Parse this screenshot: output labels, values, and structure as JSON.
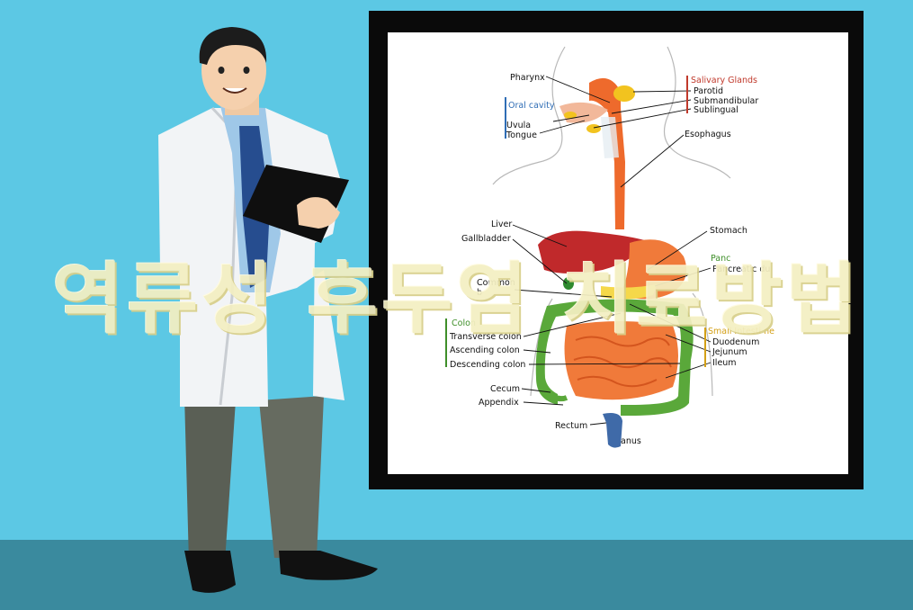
{
  "title": "역류성 후두염 치료방법",
  "diagram": {
    "labels": {
      "pharynx": "Pharynx",
      "oral_cavity": "Oral cavity",
      "uvula": "Uvula",
      "tongue": "Tongue",
      "salivary_glands": "Salivary Glands",
      "parotid": "Parotid",
      "submandibular": "Submandibular",
      "sublingual": "Sublingual",
      "esophagus": "Esophagus",
      "liver": "Liver",
      "gallbladder": "Gallbladder",
      "stomach": "Stomach",
      "pancreas": "Panc",
      "pancreatic_duct": "Pancreatic du",
      "common_bile_1": "Common",
      "common_bile_2": "b",
      "colon": "Colon",
      "transverse_colon": "Transverse colon",
      "ascending_colon": "Ascending colon",
      "descending_colon": "Descending colon",
      "small_intestine": "Small Intesti ne",
      "duodenum": "Duodenum",
      "jejunum": "Jejunum",
      "ileum": "Ileum",
      "cecum": "Cecum",
      "appendix": "Appendix",
      "rectum": "Rectum",
      "anus": "anus"
    }
  },
  "colors": {
    "background": "#5cc8e4",
    "floor": "#3a8a9e",
    "title_text": "#f4efc2",
    "salivary_red": "#c0392b",
    "colon_green": "#3f8f2a",
    "small_intestine_yellow": "#d4a017",
    "oral_blue": "#2f6db5"
  }
}
